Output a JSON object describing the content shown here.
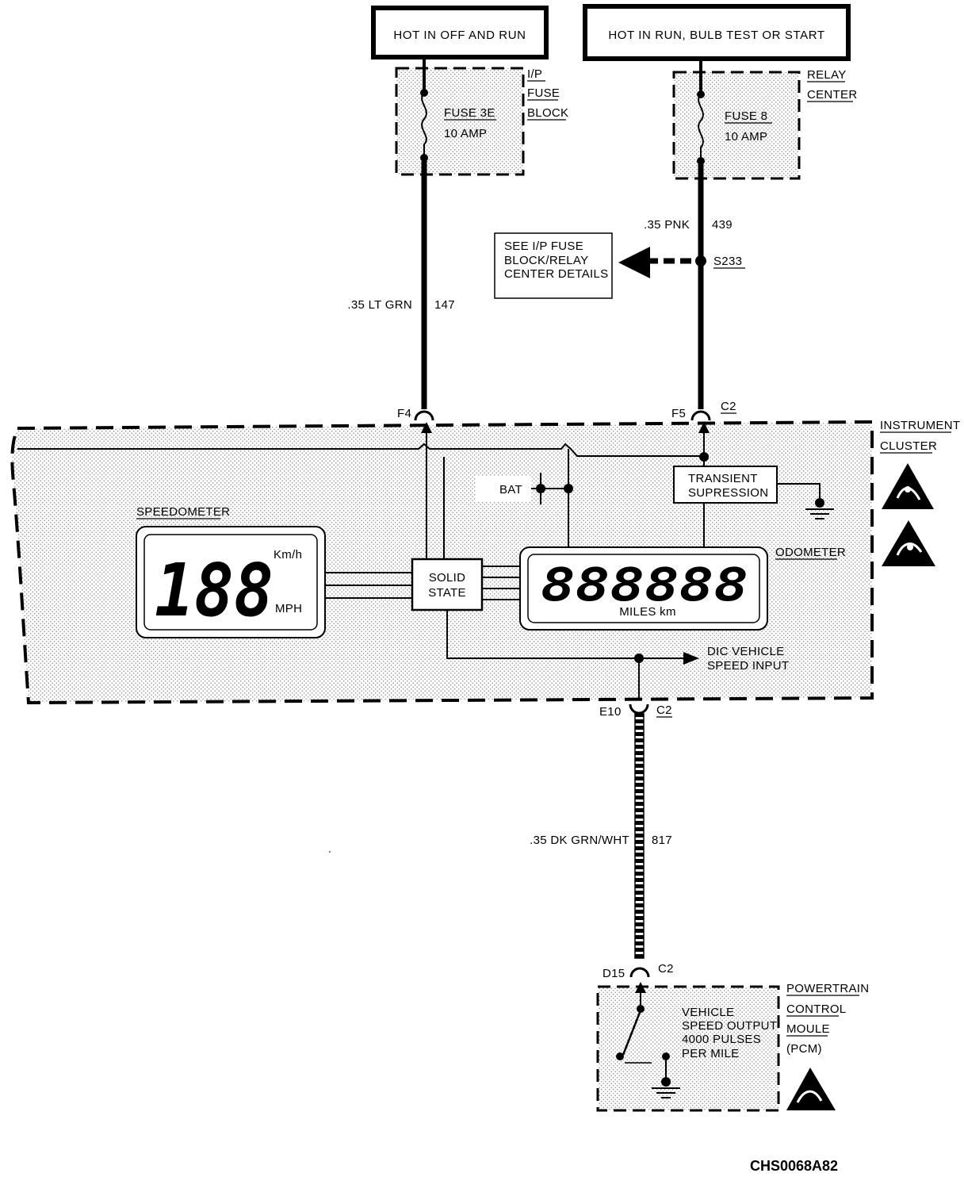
{
  "power_sources": {
    "left": "HOT IN OFF AND RUN",
    "right": "HOT IN RUN, BULB TEST OR START"
  },
  "fuse_left": {
    "name": "FUSE 3E",
    "rating": "10 AMP",
    "location": [
      "I/P",
      "FUSE",
      "BLOCK"
    ]
  },
  "fuse_right": {
    "name": "FUSE 8",
    "rating": "10 AMP",
    "location": [
      "RELAY",
      "CENTER"
    ]
  },
  "wires": {
    "w147": {
      "gauge_color": ".35 LT GRN",
      "circuit": "147"
    },
    "w439": {
      "gauge_color": ".35 PNK",
      "circuit": "439"
    },
    "w817": {
      "gauge_color": ".35 DK GRN/WHT",
      "circuit": "817"
    }
  },
  "splice": {
    "id": "S233",
    "note": [
      "SEE I/P FUSE",
      "BLOCK/RELAY",
      "CENTER DETAILS"
    ]
  },
  "connectors": {
    "f4": "F4",
    "f5": "F5",
    "c2_top": "C2",
    "e10": "E10",
    "c2_mid": "C2",
    "d15": "D15",
    "c2_bot": "C2"
  },
  "cluster": {
    "name": [
      "INSTRUMENT",
      "CLUSTER"
    ],
    "bat": "BAT",
    "transient": [
      "TRANSIENT",
      "SUPRESSION"
    ],
    "speedometer_label": "SPEEDOMETER",
    "speedometer_digits": "188",
    "speed_units": {
      "kmh": "Km/h",
      "mph": "MPH"
    },
    "solid_state": [
      "SOLID",
      "STATE"
    ],
    "odometer_label": "ODOMETER",
    "odometer_digits": "888888",
    "odometer_units": "MILES km",
    "dic_output": [
      "DIC VEHICLE",
      "SPEED INPUT"
    ]
  },
  "pcm": {
    "name": [
      "POWERTRAIN",
      "CONTROL",
      "MOULE",
      "(PCM)"
    ],
    "description": [
      "VEHICLE",
      "SPEED OUTPUT",
      "4000 PULSES",
      "PER MILE"
    ]
  },
  "figure_id": "CHS0068A82",
  "colors": {
    "ink": "#000000",
    "paper": "#ffffff",
    "stipple": "#8a8a8a"
  }
}
